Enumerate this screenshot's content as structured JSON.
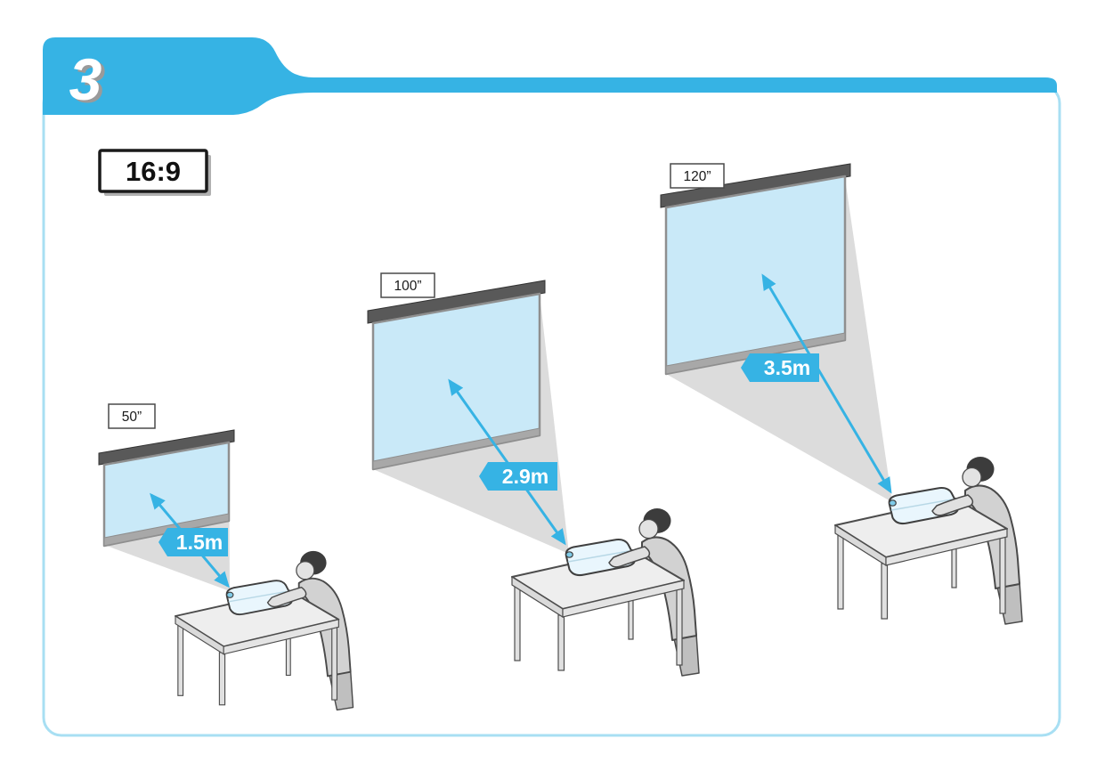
{
  "header": {
    "step_number": "3"
  },
  "aspect_label": "16:9",
  "scenes": [
    {
      "screen_size": "50”",
      "distance": "1.5m"
    },
    {
      "screen_size": "100”",
      "distance": "2.9m"
    },
    {
      "screen_size": "120”",
      "distance": "3.5m"
    }
  ],
  "colors": {
    "accent": "#36b3e4",
    "frame_border": "#a8dff3",
    "screen_fill": "#c9e9f8",
    "cone_fill": "#dcdcdc",
    "roller_gray": "#595959"
  }
}
